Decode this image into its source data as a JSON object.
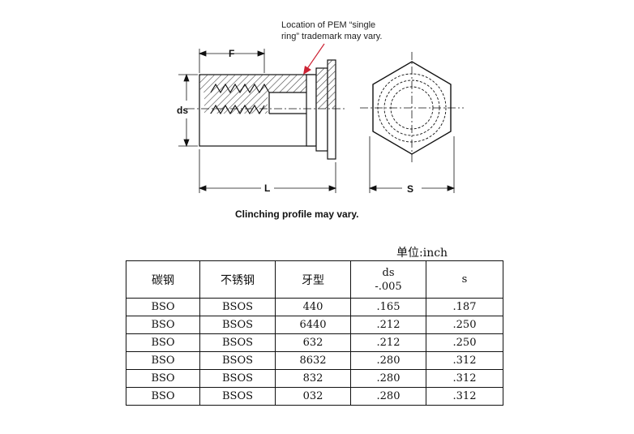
{
  "drawing": {
    "labels": {
      "f": "F",
      "ds": "ds",
      "l": "L",
      "s": "S"
    },
    "note": {
      "line1": "Location of PEM “single",
      "line2": "ring” trademark may vary."
    },
    "caption": "Clinching profile may vary."
  },
  "unit_label": "单位:inch",
  "table": {
    "headers": [
      "碳钢",
      "不锈钢",
      "牙型",
      "ds",
      "s"
    ],
    "ds_tolerance": "-.005",
    "rows": [
      [
        "BSO",
        "BSOS",
        "440",
        ".165",
        ".187"
      ],
      [
        "BSO",
        "BSOS",
        "6440",
        ".212",
        ".250"
      ],
      [
        "BSO",
        "BSOS",
        "632",
        ".212",
        ".250"
      ],
      [
        "BSO",
        "BSOS",
        "8632",
        ".280",
        ".312"
      ],
      [
        "BSO",
        "BSOS",
        "832",
        ".280",
        ".312"
      ],
      [
        "BSO",
        "BSOS",
        "032",
        ".280",
        ".312"
      ]
    ]
  },
  "colors": {
    "line": "#111111",
    "arrow": "#cc2233",
    "hatch": "#444444"
  }
}
